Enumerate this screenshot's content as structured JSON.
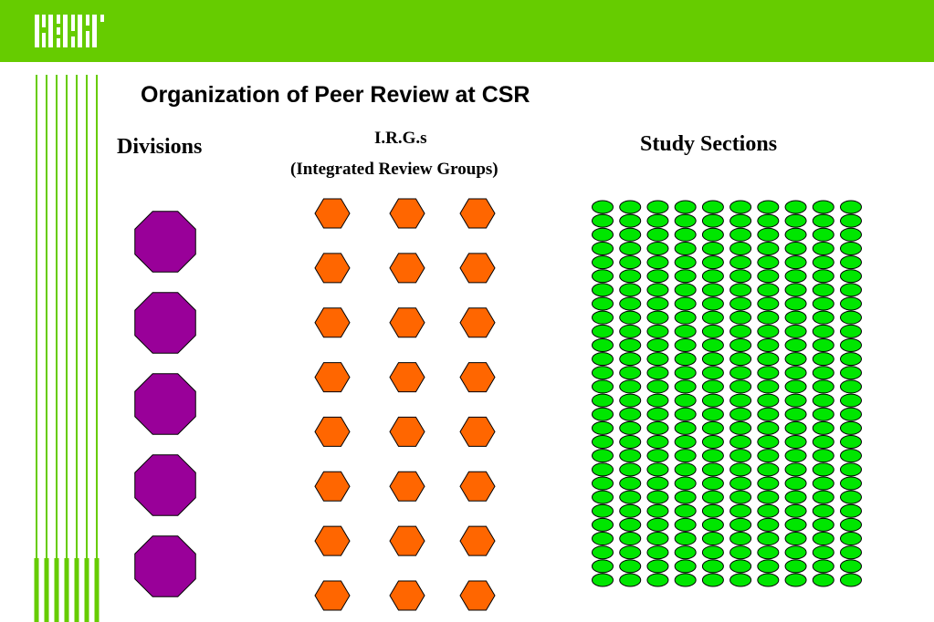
{
  "slide": {
    "title": "Organization of Peer Review at CSR",
    "brand_color": "#66cc00",
    "logo_icon": "csr-logo-icon"
  },
  "columns": {
    "divisions": {
      "label": "Divisions",
      "count": 5,
      "shape": "octagon",
      "color": "#990099"
    },
    "irgs": {
      "label": "I.R.G.s",
      "sublabel": "(Integrated Review Groups)",
      "rows": 8,
      "cols": 3,
      "shape": "hexagon",
      "color": "#ff6600"
    },
    "study_sections": {
      "label": "Study Sections",
      "rows": 28,
      "cols": 10,
      "shape": "ellipse",
      "color": "#00e600"
    }
  }
}
